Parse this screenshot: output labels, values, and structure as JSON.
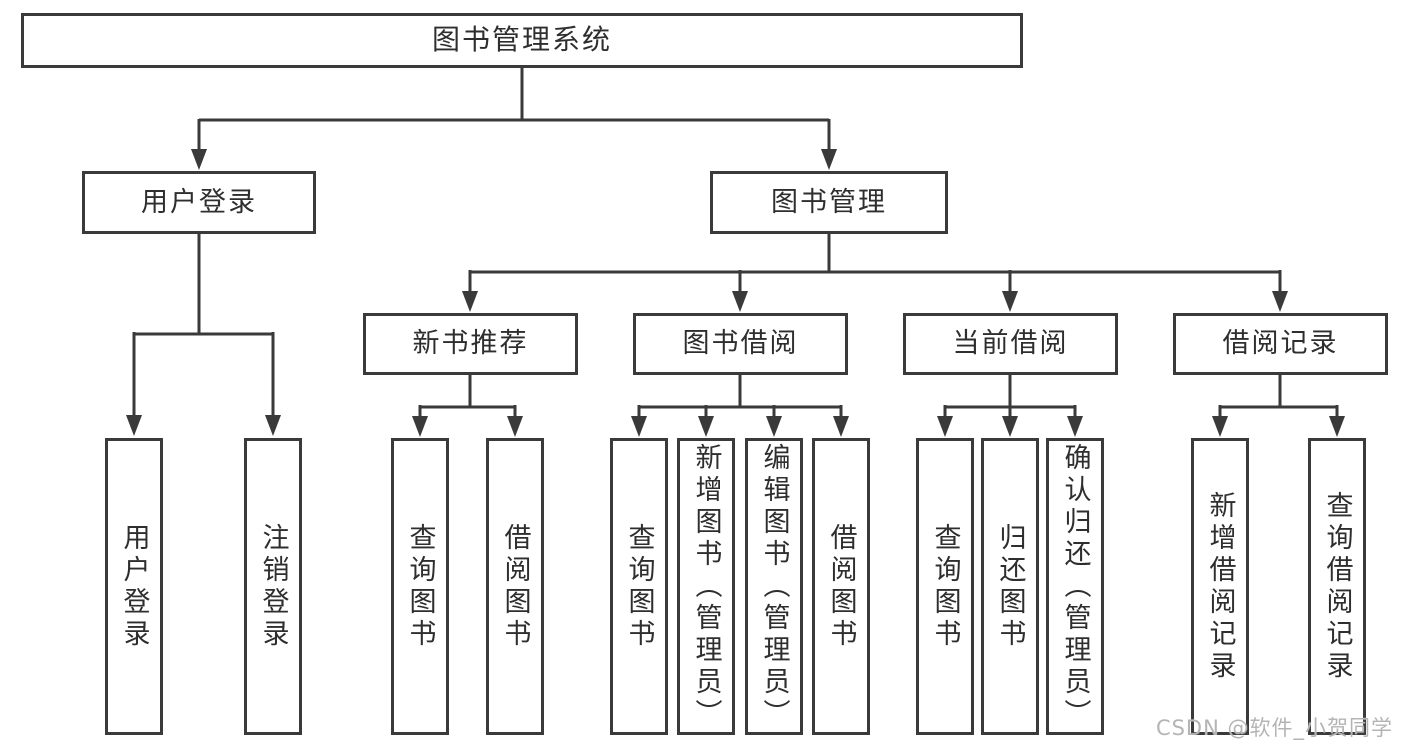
{
  "diagram": {
    "root": {
      "label": "图书管理系统"
    },
    "level2": [
      {
        "label": "用户登录"
      },
      {
        "label": "图书管理"
      }
    ],
    "level3": [
      {
        "label": "新书推荐"
      },
      {
        "label": "图书借阅"
      },
      {
        "label": "当前借阅"
      },
      {
        "label": "借阅记录"
      }
    ],
    "leaves": {
      "login": [
        "用户登录",
        "注销登录"
      ],
      "newbook": [
        "查询图书",
        "借阅图书"
      ],
      "borrow": [
        "查询图书",
        "新增图书（管理员）",
        "编辑图书（管理员）",
        "借阅图书"
      ],
      "current": [
        "查询图书",
        "归还图书",
        "确认归还（管理员）"
      ],
      "records": [
        "新增借阅记录",
        "查询借阅记录"
      ]
    },
    "watermark": "CSDN @软件_小贺同学",
    "colors": {
      "line": "#3a3a3a",
      "text": "#2e2e2e",
      "watermark": "#b4b4b4",
      "background": "#ffffff"
    }
  }
}
